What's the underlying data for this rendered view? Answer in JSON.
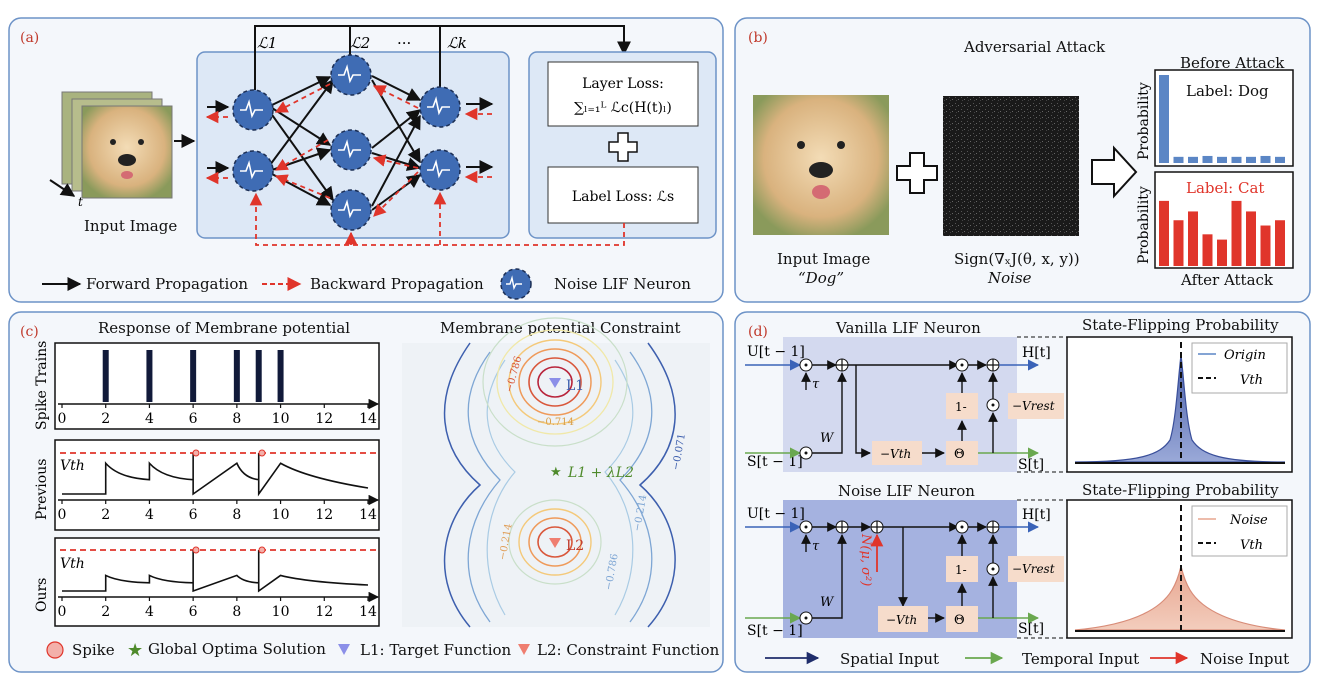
{
  "panel_a": {
    "tag": "(a)",
    "losses": [
      "ℒ1",
      "ℒ2",
      "···",
      "ℒk"
    ],
    "time_symbol": "t",
    "input_image_label": "Input Image",
    "layer_loss_title": "Layer Loss:",
    "layer_loss_formula": "∑ₗ₌₁ᴸ ℒc(H(t)ₗ)",
    "label_loss": "Label Loss: ℒs",
    "legend": {
      "forward": "Forward Propagation",
      "backward": "Backward Propagation",
      "neuron": "Noise LIF Neuron"
    }
  },
  "panel_b": {
    "tag": "(b)",
    "title": "Adversarial Attack",
    "input_label_1": "Input Image",
    "input_label_2": "“Dog”",
    "noise_formula": "Sign(∇ₓJ(θ, x, y))",
    "noise_label": "Noise",
    "before_title": "Before Attack",
    "before_label": "Label: Dog",
    "after_label": "Label: Cat",
    "after_title": "After Attack",
    "y_label": "Probability",
    "before_values": [
      1.0,
      0.07,
      0.07,
      0.08,
      0.07,
      0.07,
      0.07,
      0.08,
      0.07
    ],
    "after_values": [
      0.74,
      0.52,
      0.62,
      0.36,
      0.3,
      0.74,
      0.62,
      0.46,
      0.52
    ],
    "colors": {
      "before": "#5b86c5",
      "after": "#e0352b"
    }
  },
  "panel_c": {
    "tag": "(c)",
    "title_left": "Response of Membrane potential",
    "title_right": "Membrane potential Constraint",
    "row_labels": [
      "Spike Trains",
      "Previous",
      "Ours"
    ],
    "vth": "Vth",
    "ticks": [
      "0",
      "2",
      "4",
      "6",
      "8",
      "10",
      "12",
      "14"
    ],
    "spike_times": [
      2,
      4,
      6,
      8,
      9,
      10
    ],
    "contour_labels": [
      "−0.786",
      "−0.714",
      "−0.071",
      "−0.214",
      "−0.786",
      "−0.214"
    ],
    "l1_label": "L1",
    "l2_label": "L2",
    "opt_label": "L1 + λL2",
    "legend": {
      "spike": "Spike",
      "global": "Global Optima Solution",
      "l1": "L1: Target Function",
      "l2": "L2: Constraint Function"
    }
  },
  "panel_d": {
    "tag": "(d)",
    "vanilla_title": "Vanilla LIF Neuron",
    "noise_title": "Noise LIF Neuron",
    "u_in": "U[t − 1]",
    "s_in": "S[t − 1]",
    "h_out": "H[t]",
    "s_out": "S[t]",
    "tau": "τ",
    "w": "W",
    "neg_vth": "−Vth",
    "theta": "Θ",
    "one_minus": "1-",
    "neg_vrest": "−Vrest",
    "noise_term": "N(μ, σ²)",
    "sfp_title": "State-Flipping Probability",
    "origin_label": "Origin",
    "noise_label": "Noise",
    "vth_label": "Vth",
    "legend": {
      "spatial": "Spatial Input",
      "temporal": "Temporal Input",
      "noise": "Noise Input"
    }
  }
}
